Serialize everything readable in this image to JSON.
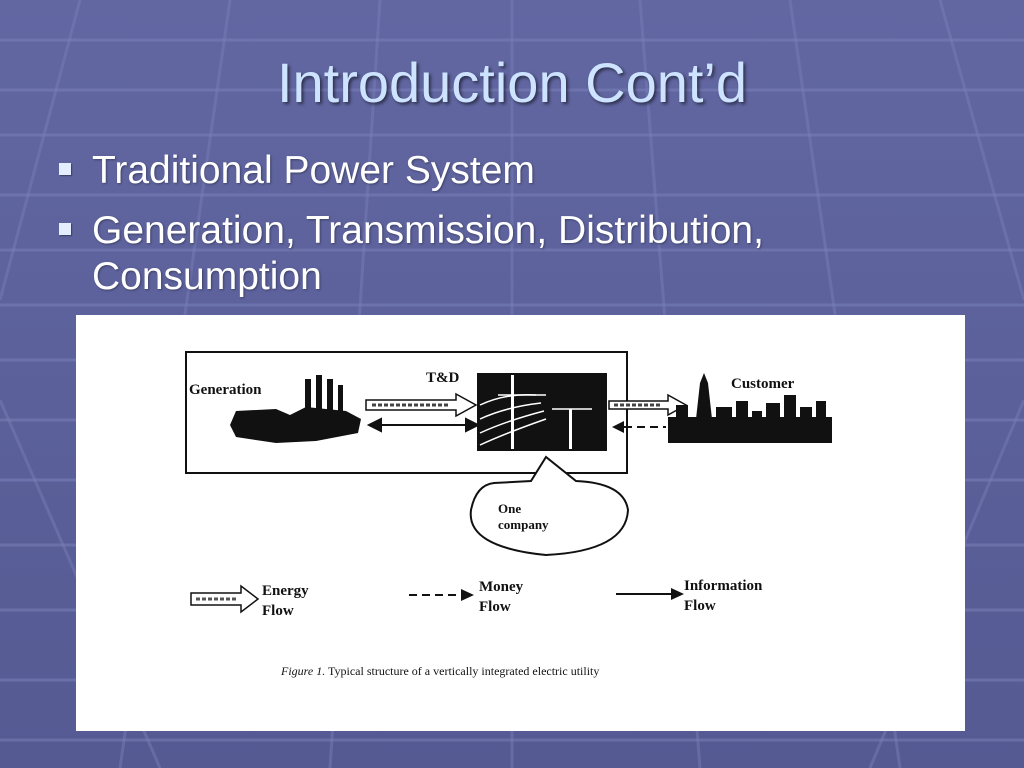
{
  "slide": {
    "title": "Introduction Cont’d",
    "bullets": [
      {
        "text": "Traditional Power System"
      },
      {
        "text": "Generation, Transmission, Distribution, Consumption"
      }
    ]
  },
  "figure": {
    "labels": {
      "generation": "Generation",
      "td": "T&D",
      "customer": "Customer",
      "one": "One",
      "company": "company"
    },
    "legend": {
      "energy_1": "Energy",
      "energy_2": "Flow",
      "money_1": "Money",
      "money_2": "Flow",
      "info_1": "Information",
      "info_2": "Flow"
    },
    "caption_prefix": "Figure 1.",
    "caption_text": " Typical structure of a vertically integrated electric utility"
  },
  "colors": {
    "background": "#5a5f98",
    "title": "#cde3ff",
    "bullet_text": "#ffffff"
  }
}
